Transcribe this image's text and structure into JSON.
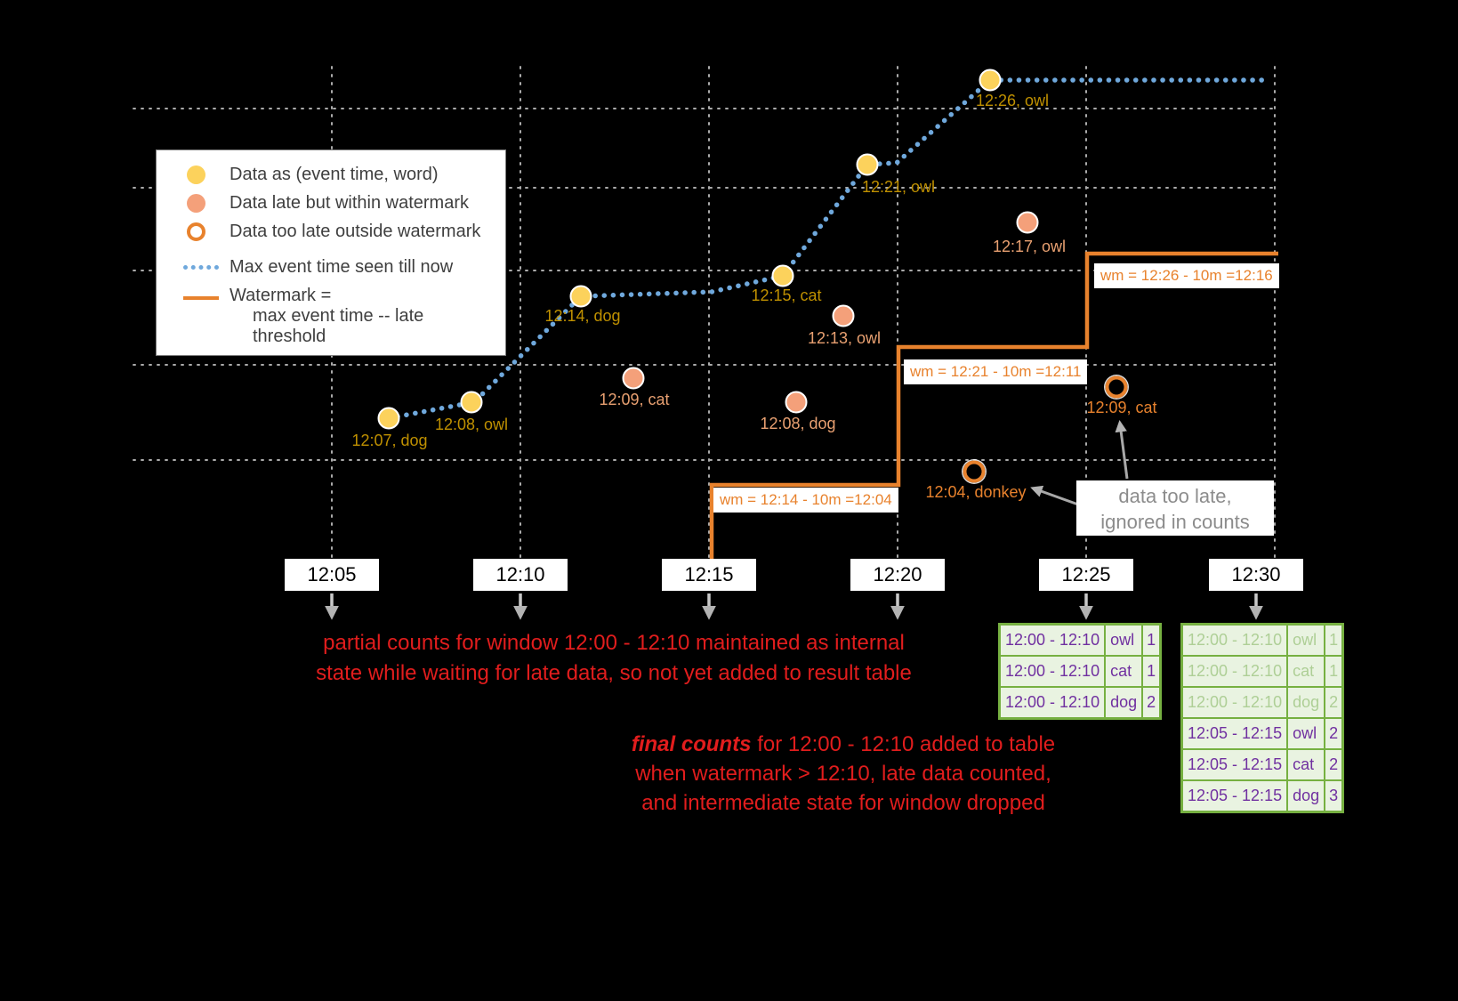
{
  "legend": {
    "item_on_time": "Data as (event time, word)",
    "item_late": "Data late but within watermark",
    "item_too_late": "Data too late outside watermark",
    "item_max_event": "Max event time seen till now",
    "item_watermark_line1": "Watermark =",
    "item_watermark_line2": "max event time -- late threshold"
  },
  "chart_data": {
    "type": "scatter",
    "title": "",
    "xlabel": "",
    "ylabel": "",
    "x_tick_labels": [
      "12:05",
      "12:10",
      "12:15",
      "12:20",
      "12:25",
      "12:30"
    ],
    "points": [
      {
        "event_time": "12:07",
        "word": "dog",
        "status": "on-time",
        "label": "12:07, dog"
      },
      {
        "event_time": "12:08",
        "word": "owl",
        "status": "on-time",
        "label": "12:08, owl"
      },
      {
        "event_time": "12:14",
        "word": "dog",
        "status": "on-time",
        "label": "12:14, dog"
      },
      {
        "event_time": "12:15",
        "word": "cat",
        "status": "on-time",
        "label": "12:15, cat"
      },
      {
        "event_time": "12:21",
        "word": "owl",
        "status": "on-time",
        "label": "12:21, owl"
      },
      {
        "event_time": "12:26",
        "word": "owl",
        "status": "on-time",
        "label": "12:26, owl"
      },
      {
        "event_time": "12:09",
        "word": "cat",
        "status": "late-within-watermark",
        "label": "12:09, cat"
      },
      {
        "event_time": "12:13",
        "word": "owl",
        "status": "late-within-watermark",
        "label": "12:13, owl"
      },
      {
        "event_time": "12:08",
        "word": "dog",
        "status": "late-within-watermark",
        "label": "12:08, dog"
      },
      {
        "event_time": "12:17",
        "word": "owl",
        "status": "late-within-watermark",
        "label": "12:17, owl"
      },
      {
        "event_time": "12:04",
        "word": "donkey",
        "status": "too-late-outside-watermark",
        "label": "12:04, donkey"
      },
      {
        "event_time": "12:09",
        "word": "cat",
        "status": "too-late-outside-watermark",
        "label": "12:09, cat"
      }
    ],
    "watermark_labels": [
      "wm = 12:14 - 10m =12:04",
      "wm = 12:21 - 10m =12:11",
      "wm = 12:26 - 10m =12:16"
    ]
  },
  "annotations": {
    "partial_line1": "partial counts for window 12:00 - 12:10 maintained as internal",
    "partial_line2": "state while waiting for late data, so not yet added  to result table",
    "final_bold": "final counts",
    "final_rest1": " for 12:00 - 12:10 added to table",
    "final_line2": "when watermark > 12:10, late data counted,",
    "final_line3": "and intermediate state for window dropped",
    "too_late_line1": "data too late,",
    "too_late_line2": "ignored in counts"
  },
  "tables": {
    "t25": {
      "rows": [
        {
          "window": "12:00 - 12:10",
          "word": "owl",
          "count": "1"
        },
        {
          "window": "12:00 - 12:10",
          "word": "cat",
          "count": "1"
        },
        {
          "window": "12:00 - 12:10",
          "word": "dog",
          "count": "2"
        }
      ]
    },
    "t30": {
      "rows": [
        {
          "window": "12:00 - 12:10",
          "word": "owl",
          "count": "1"
        },
        {
          "window": "12:00 - 12:10",
          "word": "cat",
          "count": "1"
        },
        {
          "window": "12:00 - 12:10",
          "word": "dog",
          "count": "2"
        },
        {
          "window": "12:05 - 12:15",
          "word": "owl",
          "count": "2"
        },
        {
          "window": "12:05 - 12:15",
          "word": "cat",
          "count": "2"
        },
        {
          "window": "12:05 - 12:15",
          "word": "dog",
          "count": "3"
        }
      ]
    }
  },
  "colors": {
    "on_time": "#fcd25c",
    "late": "#f4a07a",
    "too_late": "#e8822d",
    "max_event_line": "#6fa8dc",
    "watermark_line": "#e8822d",
    "annotation_red": "#e11d1d",
    "table_border": "#76b041",
    "table_text": "#7030a0"
  }
}
